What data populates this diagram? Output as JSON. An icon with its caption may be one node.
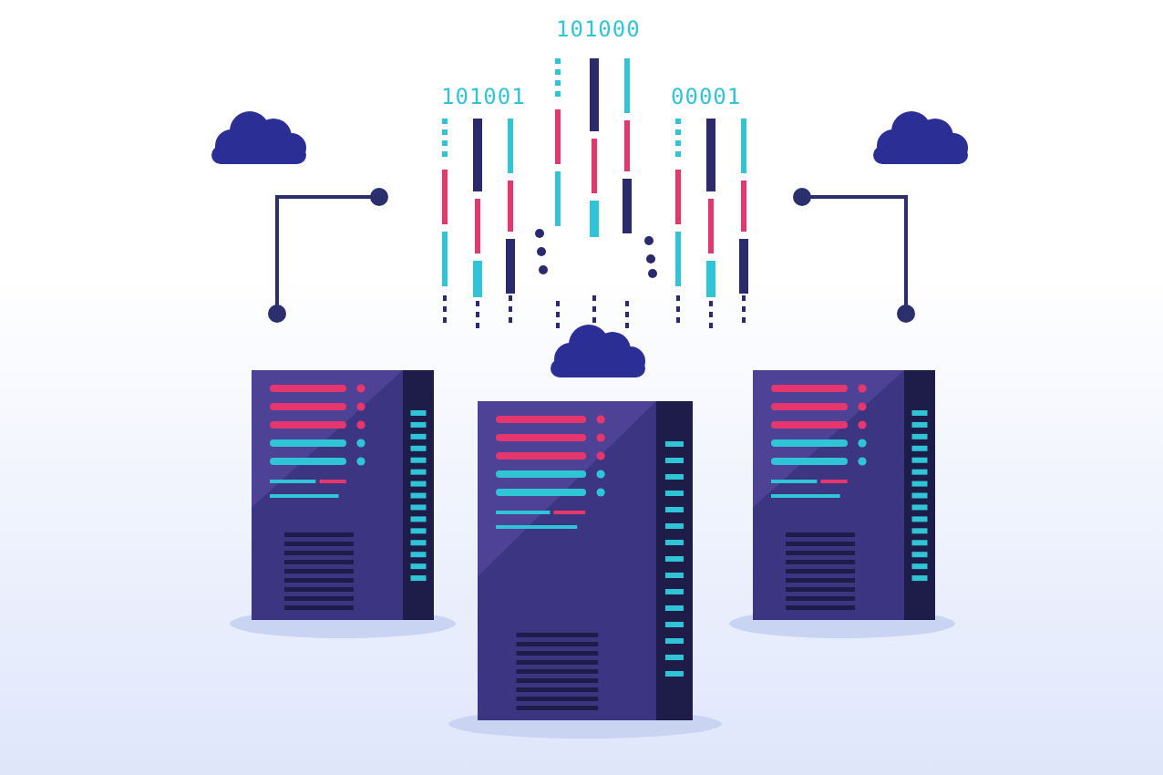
{
  "diagram": {
    "labels": [
      "101000",
      "101001",
      "00001"
    ]
  }
}
